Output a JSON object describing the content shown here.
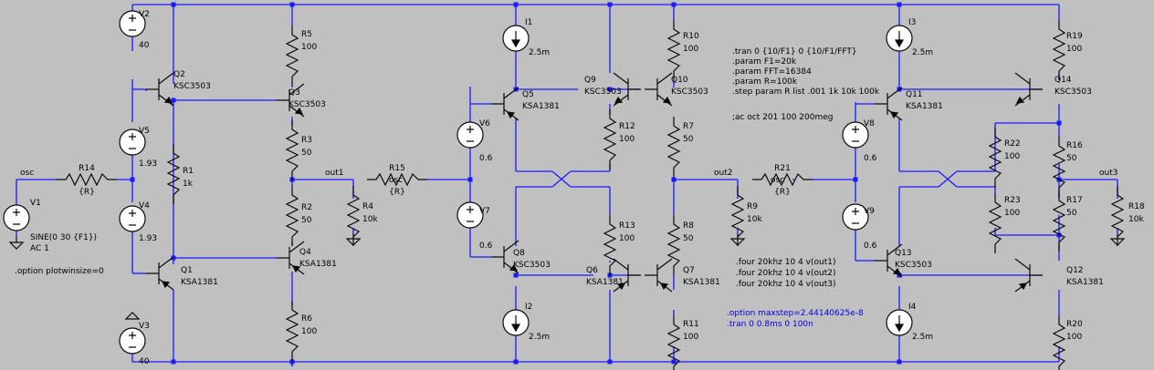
{
  "components": [
    {
      "name": "V2",
      "value": "40"
    },
    {
      "name": "V3",
      "value": "40"
    },
    {
      "name": "V5",
      "value": "1.93"
    },
    {
      "name": "V4",
      "value": "1.93"
    },
    {
      "name": "V1",
      "value": "SINE(0 30 {F1})",
      "extra": "AC 1"
    },
    {
      "name": "R14",
      "value": "{R}"
    },
    {
      "name": "R1",
      "value": "1k"
    },
    {
      "name": "Q2",
      "value": "KSC3503"
    },
    {
      "name": "Q1",
      "value": "KSA1381"
    },
    {
      "name": "Q3",
      "value": "KSC3503"
    },
    {
      "name": "Q4",
      "value": "KSA1381"
    },
    {
      "name": "R5",
      "value": "100"
    },
    {
      "name": "R3",
      "value": "50"
    },
    {
      "name": "R2",
      "value": "50"
    },
    {
      "name": "R6",
      "value": "100"
    },
    {
      "name": "R4",
      "value": "10k"
    },
    {
      "name": "R15",
      "value": "{R}"
    },
    {
      "name": "V6",
      "value": "0.6"
    },
    {
      "name": "V7",
      "value": "0.6"
    },
    {
      "name": "Q5",
      "value": "KSA1381"
    },
    {
      "name": "Q8",
      "value": "KSC3503"
    },
    {
      "name": "I1",
      "value": "2.5m"
    },
    {
      "name": "I2",
      "value": "2.5m"
    },
    {
      "name": "Q9",
      "value": "KSC3503"
    },
    {
      "name": "Q10",
      "value": "KSC3503"
    },
    {
      "name": "Q6",
      "value": "KSA1381"
    },
    {
      "name": "Q7",
      "value": "KSA1381"
    },
    {
      "name": "R12",
      "value": "100"
    },
    {
      "name": "R13",
      "value": "100"
    },
    {
      "name": "R10",
      "value": "100"
    },
    {
      "name": "R7",
      "value": "50"
    },
    {
      "name": "R8",
      "value": "50"
    },
    {
      "name": "R11",
      "value": "100"
    },
    {
      "name": "R9",
      "value": "10k"
    },
    {
      "name": "R21",
      "value": "{R}"
    },
    {
      "name": "V8",
      "value": "0.6"
    },
    {
      "name": "V9",
      "value": "0.6"
    },
    {
      "name": "Q11",
      "value": "KSA1381"
    },
    {
      "name": "Q13",
      "value": "KSC3503"
    },
    {
      "name": "I3",
      "value": "2.5m"
    },
    {
      "name": "I4",
      "value": "2.5m"
    },
    {
      "name": "R22",
      "value": "100"
    },
    {
      "name": "R23",
      "value": "100"
    },
    {
      "name": "Q14",
      "value": "KSC3503"
    },
    {
      "name": "Q12",
      "value": "KSA1381"
    },
    {
      "name": "R19",
      "value": "100"
    },
    {
      "name": "R16",
      "value": "50"
    },
    {
      "name": "R17",
      "value": "50"
    },
    {
      "name": "R20",
      "value": "100"
    },
    {
      "name": "R18",
      "value": "10k"
    }
  ],
  "net_labels": {
    "osc1": "osc",
    "osc2": "osc",
    "osc3": "osc",
    "out1": "out1",
    "out2": "out2",
    "out3": "out3"
  },
  "directives": {
    "plotwinsize": ".option plotwinsize=0",
    "tran": ".tran 0 {10/F1} 0 {10/F1/FFT}",
    "param_f1": ".param F1=20k",
    "param_fft": ".param FFT=16384",
    "param_r": ".param R=100k",
    "step": ".step param R list .001 1k 10k 100k",
    "ac": ";ac oct 201 100 200meg",
    "four1": ".four 20khz 10 4 v(out1)",
    "four2": ".four 20khz 10 4 v(out2)",
    "four3": ".four 20khz 10 4 v(out3)",
    "maxstep": ".option maxstep=2.44140625e-8",
    "tran2": ".tran 0 0.8ms 0 100n"
  },
  "colors": {
    "background": "#c0c0c0",
    "wire": "#1a1aff",
    "component": "#0a0a0a",
    "directive_blue": "#0000e0"
  }
}
